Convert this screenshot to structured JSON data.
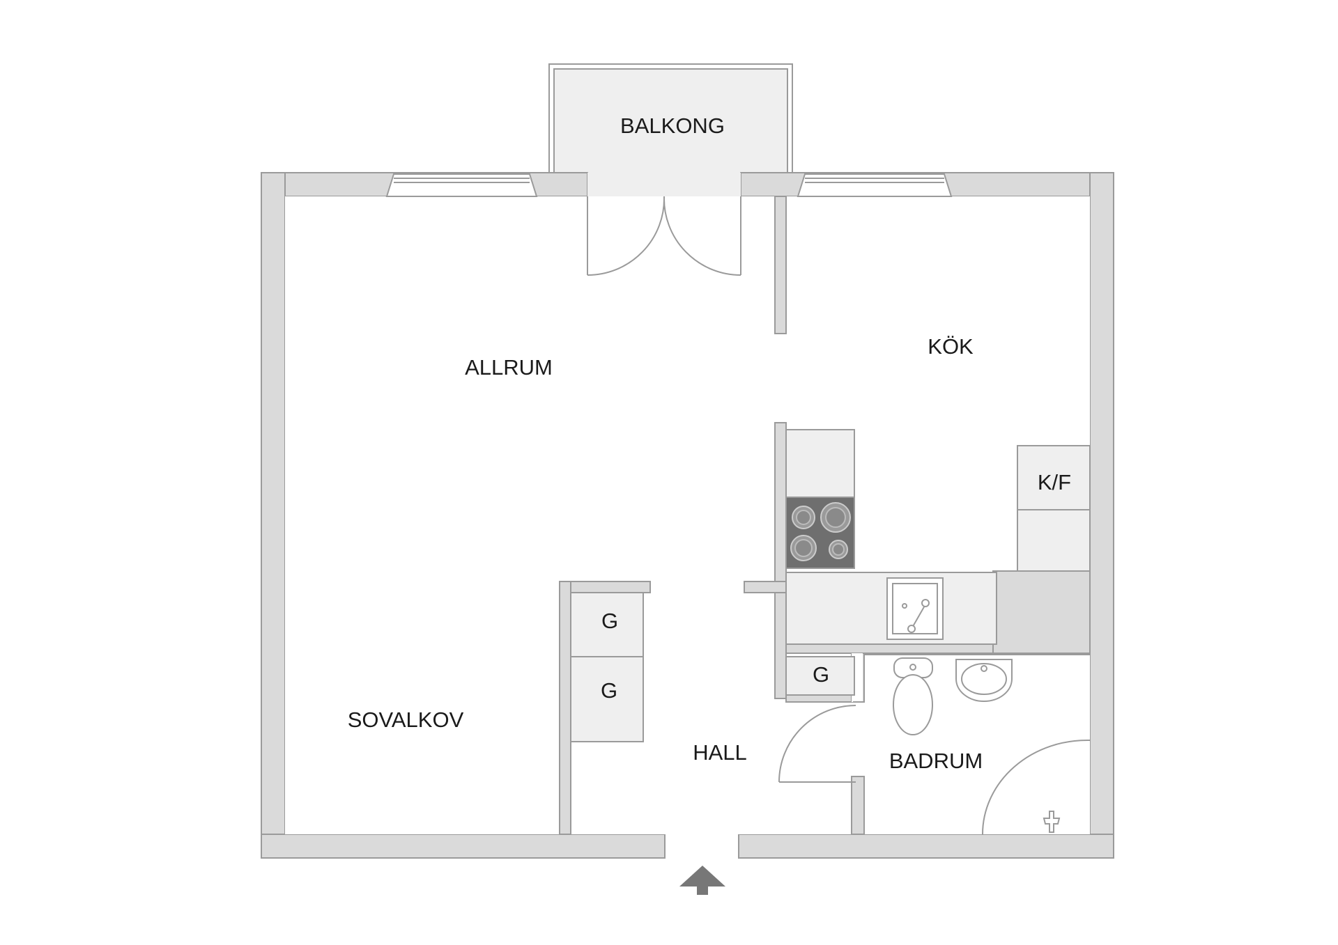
{
  "rooms": {
    "balkong": "BALKONG",
    "allrum": "ALLRUM",
    "kok": "KÖK",
    "sovalkov": "SOVALKOV",
    "hall": "HALL",
    "badrum": "BADRUM"
  },
  "fixtures": {
    "kf": "K/F",
    "wardrobe_1": "G",
    "wardrobe_2": "G",
    "wardrobe_3": "G"
  },
  "colors": {
    "wall_fill": "#dadada",
    "wall_stroke": "#9a9a9a",
    "fixture_fill": "#efefef",
    "stove_fill": "#6f6f6f",
    "balcony_fill": "#efefef",
    "arrow": "#777777"
  },
  "icons": {
    "entrance": "entrance-arrow-icon",
    "stove": "stove-icon",
    "sink": "sink-icon",
    "toilet": "toilet-icon",
    "washbasin": "washbasin-icon",
    "shower": "shower-icon"
  }
}
